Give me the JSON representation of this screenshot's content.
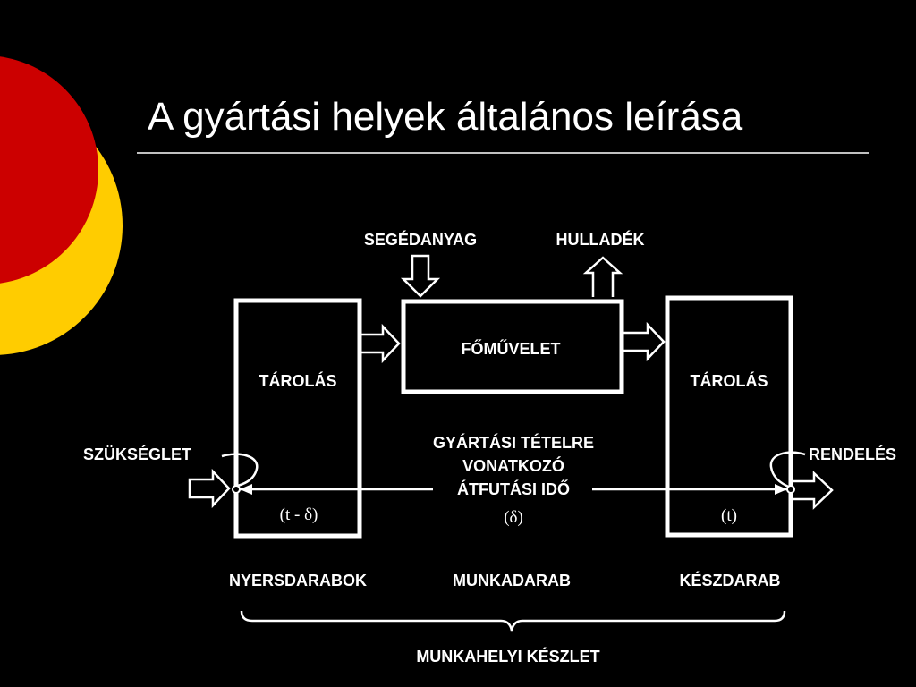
{
  "slide": {
    "title": "A gyártási helyek általános leírása",
    "colors": {
      "background": "#000000",
      "accent_red": "#cc0000",
      "accent_yellow": "#ffcc00",
      "foreground": "#ffffff"
    }
  },
  "diagram": {
    "auxiliary_input": "SEGÉDANYAG",
    "waste_output": "HULLADÉK",
    "main_operation": "FŐMŰVELET",
    "storage_left": "TÁROLÁS",
    "storage_right": "TÁROLÁS",
    "demand": "SZÜKSÉGLET",
    "order": "RENDELÉS",
    "lead_time_line1": "GYÁRTÁSI TÉTELRE",
    "lead_time_line2": "VONATKOZÓ",
    "lead_time_line3": "ÁTFUTÁSI IDŐ",
    "time_left": "(t - δ)",
    "time_middle": "(δ)",
    "time_right": "(t)",
    "raw_parts": "NYERSDARABOK",
    "work_piece": "MUNKADARAB",
    "finished_parts": "KÉSZDARAB",
    "inventory": "MUNKAHELYI KÉSZLET"
  }
}
